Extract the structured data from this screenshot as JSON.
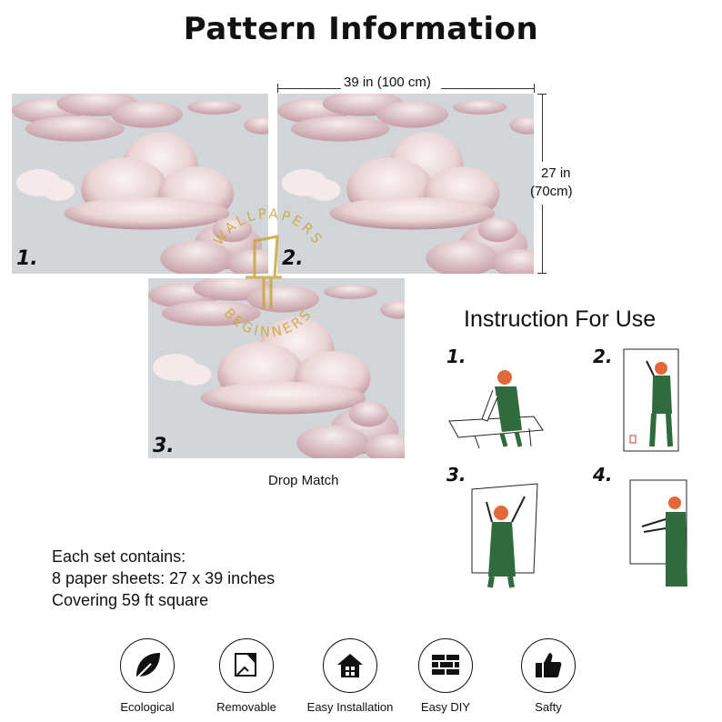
{
  "header": {
    "title": "Pattern Information"
  },
  "panels": [
    {
      "number": "1."
    },
    {
      "number": "2."
    },
    {
      "number": "3."
    }
  ],
  "dimensions": {
    "width": "39 in (100 cm)",
    "height_line1": "27 in",
    "height_line2": "(70cm)"
  },
  "drop_match_label": "Drop Match",
  "watermark": {
    "top_text": "WALLPAPERS",
    "bottom_text": "BEGINNERS"
  },
  "set_info": {
    "line1": "Each set contains:",
    "line2": "8 paper sheets: 27 x 39 inches",
    "line3": "Covering 59 ft square"
  },
  "instructions": {
    "title": "Instruction For Use",
    "steps": [
      "1.",
      "2.",
      "3.",
      "4."
    ]
  },
  "features": [
    {
      "label": "Ecological",
      "icon": "leaf-icon"
    },
    {
      "label": "Removable",
      "icon": "peel-icon"
    },
    {
      "label": "Easy Installation",
      "icon": "house-icon"
    },
    {
      "label": "Easy DIY",
      "icon": "brick-wall-icon"
    },
    {
      "label": "Safty",
      "icon": "thumbs-up-icon"
    }
  ],
  "colors": {
    "sky": "#d3d6d9",
    "cloud_shadow": "#b88f98",
    "cloud_light": "#f3e6e6",
    "worker_hair": "#e2673b",
    "worker_overalls": "#2f6b3c",
    "watermark": "#c9a63c"
  }
}
